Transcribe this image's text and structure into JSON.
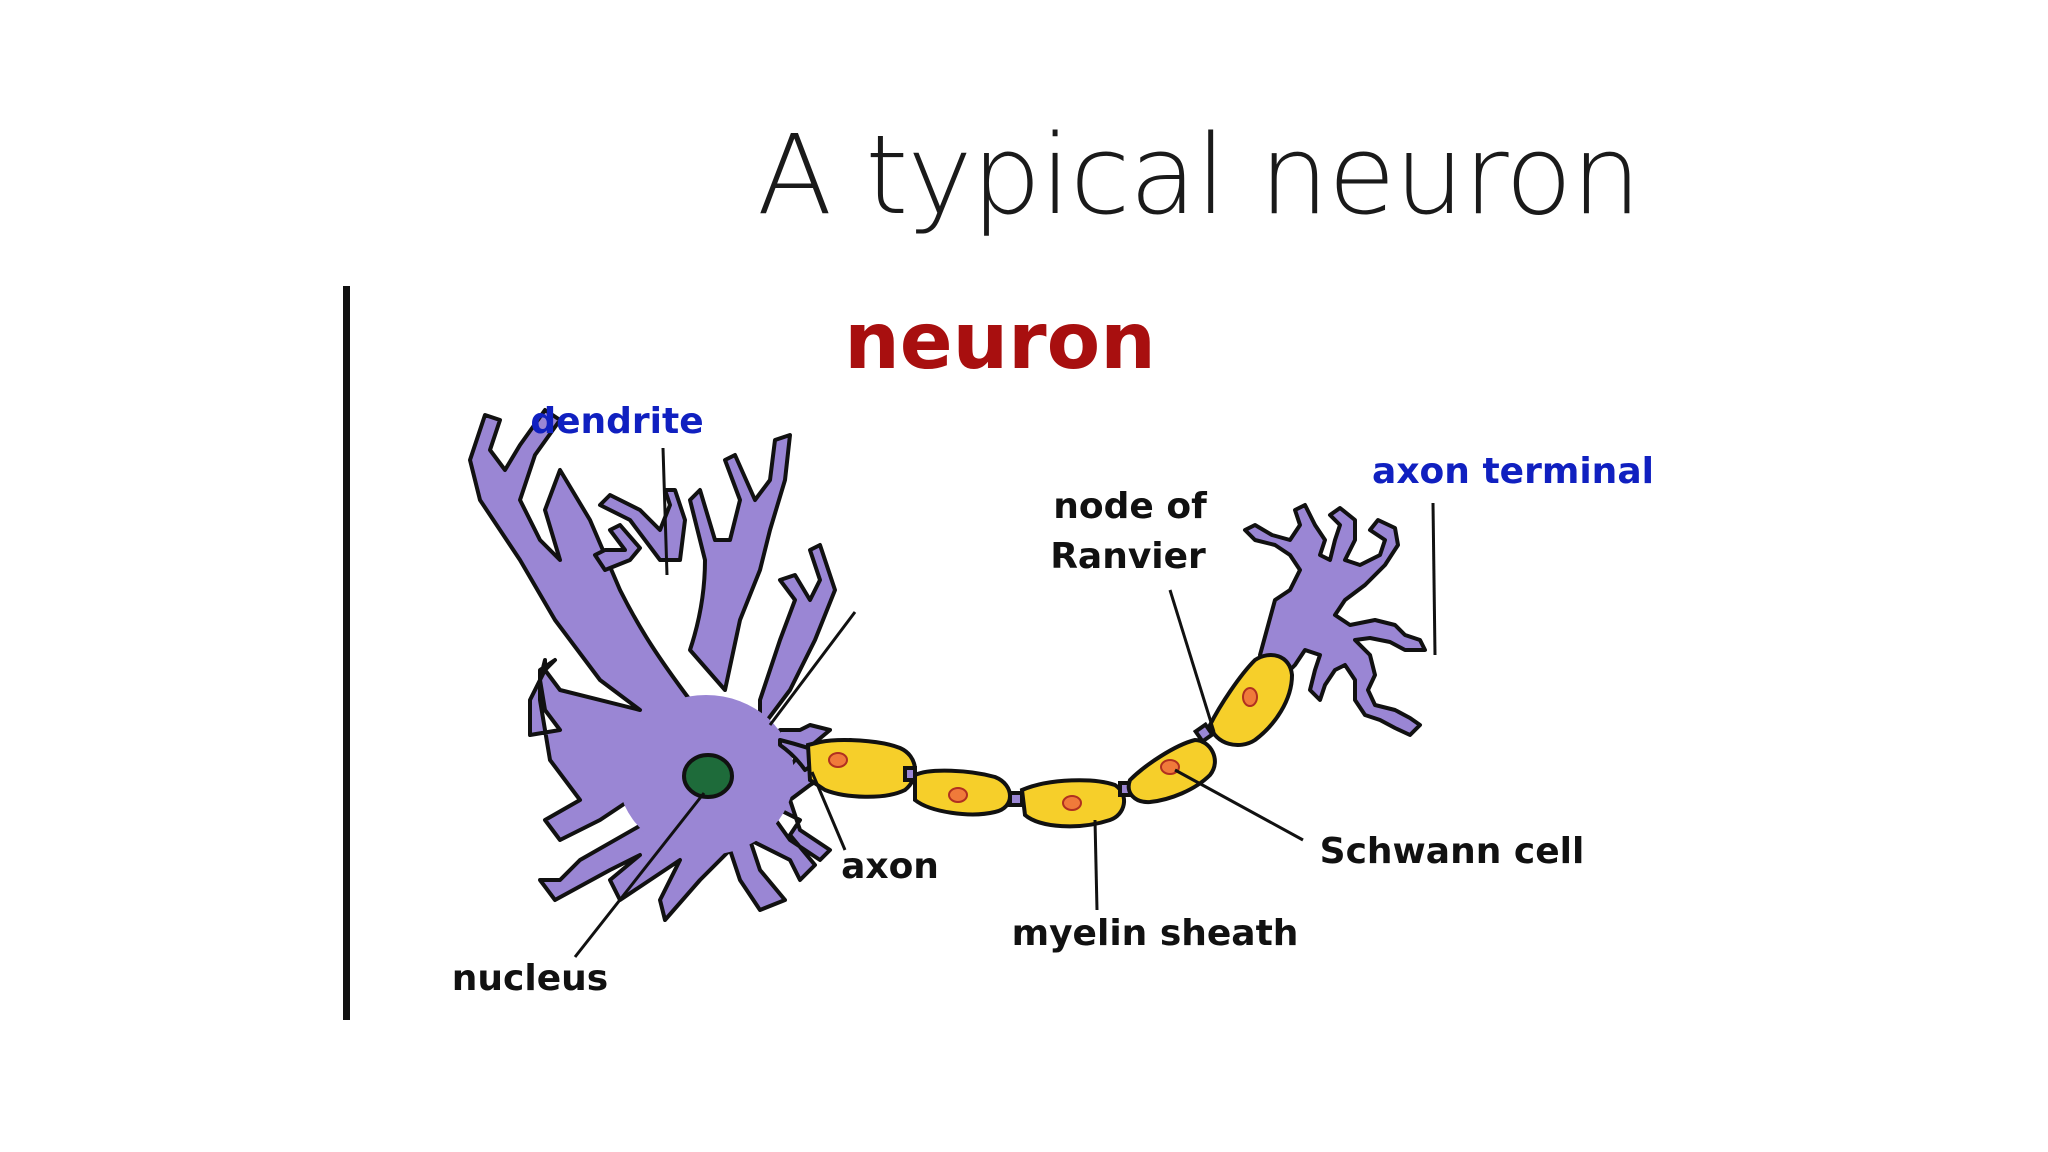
{
  "slide": {
    "title": "A typical neuron"
  },
  "diagram": {
    "heading": "neuron",
    "labels": {
      "dendrite": "dendrite",
      "axon_terminal": "axon terminal",
      "node_line1": "node of",
      "node_line2": "Ranvier",
      "axon": "axon",
      "schwann_cell": "Schwann cell",
      "myelin_sheath": "myelin sheath",
      "nucleus": "nucleus"
    }
  },
  "colors": {
    "heading": "#a80f0f",
    "blue_labels": "#1020c0",
    "black_labels": "#111111",
    "cell_body": "#9a86d4",
    "myelin": "#f6cf2a",
    "schwann_nucleus": "#f07a3a",
    "nucleus": "#1e6b3a"
  }
}
